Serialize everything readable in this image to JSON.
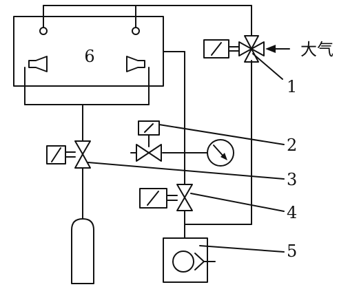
{
  "diagram": {
    "chamber_label": "6",
    "atmosphere_label": "大气",
    "callouts": [
      "1",
      "2",
      "3",
      "4",
      "5"
    ]
  }
}
